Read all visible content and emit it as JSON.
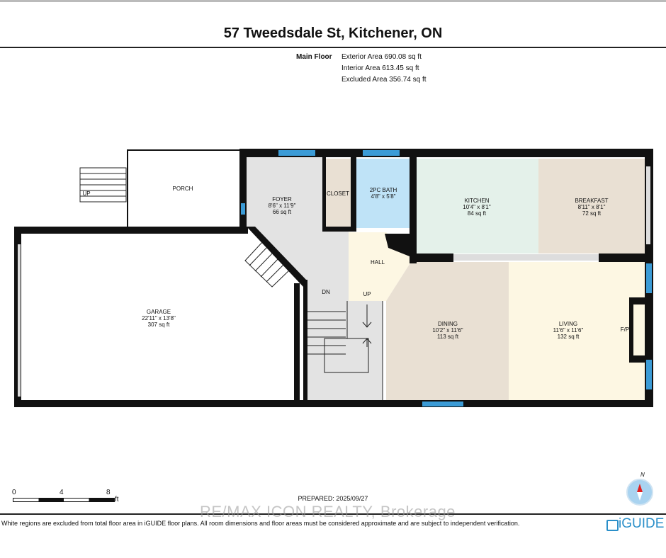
{
  "title": "57 Tweedsdale St, Kitchener, ON",
  "floor": {
    "name": "Main Floor",
    "exterior": "Exterior Area 690.08 sq ft",
    "interior": "Interior Area 613.45 sq ft",
    "excluded": "Excluded Area 356.74 sq ft"
  },
  "rooms": {
    "porch": {
      "name": "PORCH"
    },
    "foyer": {
      "name": "FOYER",
      "dims": "8'6\" x 11'9\"",
      "area": "66 sq ft"
    },
    "closet": {
      "name": "CLOSET"
    },
    "bath": {
      "name": "2PC BATH",
      "dims": "4'8\" x 5'8\""
    },
    "kitchen": {
      "name": "KITCHEN",
      "dims": "10'4\" x 8'1\"",
      "area": "84 sq ft"
    },
    "breakfast": {
      "name": "BREAKFAST",
      "dims": "8'11\" x 8'1\"",
      "area": "72 sq ft"
    },
    "hall": {
      "name": "HALL"
    },
    "garage": {
      "name": "GARAGE",
      "dims": "22'11\" x 13'8\"",
      "area": "307 sq ft"
    },
    "dining": {
      "name": "DINING",
      "dims": "10'2\" x 11'6\"",
      "area": "113 sq ft"
    },
    "living": {
      "name": "LIVING",
      "dims": "11'6\" x 11'6\"",
      "area": "132 sq ft"
    }
  },
  "labels": {
    "up_porch": "UP",
    "dn": "DN",
    "up": "UP",
    "fp": "F/P",
    "compass_n": "N"
  },
  "scale": {
    "t0": "0",
    "t1": "4",
    "t2": "8",
    "unit": "ft"
  },
  "prepared": "PREPARED: 2025/09/27",
  "watermark": "RE/MAX ICON REALTY, Brokerage",
  "disclaimer": "White regions are excluded from total floor area in iGUIDE floor plans. All room dimensions and floor areas must be considered approximate and are subject to independent verification.",
  "brand": "iGUIDE",
  "colors": {
    "window": "#3b9bd6",
    "wall": "#111111",
    "foyer": "#e3e3e3",
    "beige": "#e9e0d3",
    "bath": "#bfe3f7",
    "kitchen": "#e4f1ea",
    "cream": "#fdf7e3"
  }
}
